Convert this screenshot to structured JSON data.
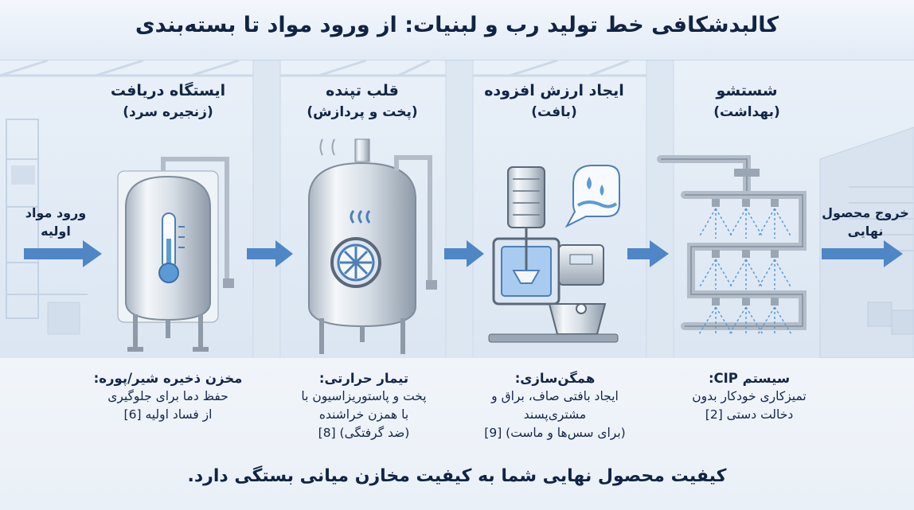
{
  "title": "کالبدشکافی خط تولید رب و لبنیات: از ورود مواد تا بسته‌بندی",
  "input_label": [
    "ورود مواد",
    "اولیه"
  ],
  "output_label": [
    "خروج محصول",
    "نهایی"
  ],
  "stages": [
    {
      "header": "ایستگاه دریافت",
      "subheader": "(زنجیره سرد)",
      "icon": "storage-tank-thermometer-icon",
      "desc_title": "مخزن ذخیره شیر/پوره:",
      "desc_lines": [
        "حفظ دما برای جلوگیری",
        "از فساد اولیه [6]"
      ]
    },
    {
      "header": "قلب تپنده",
      "subheader": "(پخت و پردازش)",
      "icon": "cooking-kettle-agitator-icon",
      "desc_title": "تیمار حرارتی:",
      "desc_lines": [
        "پخت و پاستوریزاسیون با",
        "با همزن خراشنده",
        "(ضد گرفتگی) [8]"
      ]
    },
    {
      "header": "ایجاد ارزش افزوده",
      "subheader": "(بافت)",
      "icon": "homogenizer-mixer-icon",
      "desc_title": "همگن‌سازی:",
      "desc_lines": [
        "ایجاد بافتی صاف، براق و",
        "مشتری‌پسند",
        "(برای سس‌ها و ماست) [9]"
      ]
    },
    {
      "header": "شستشو",
      "subheader": "(بهداشت)",
      "icon": "cip-spray-pipes-icon",
      "desc_title": "سیستم CIP:",
      "desc_lines": [
        "تمیزکاری خودکار بدون",
        "دخالت دستی [2]"
      ]
    }
  ],
  "footer": "کیفیت محصول نهایی شما به کیفیت مخازن میانی بستگی دارد.",
  "colors": {
    "title_text": "#112444",
    "arrow": "#4f86c6",
    "accent_blue": "#5b9bd5",
    "steel_light": "#eef2f6",
    "steel_dark": "#8e9aa8",
    "background": "#e6eef7"
  }
}
